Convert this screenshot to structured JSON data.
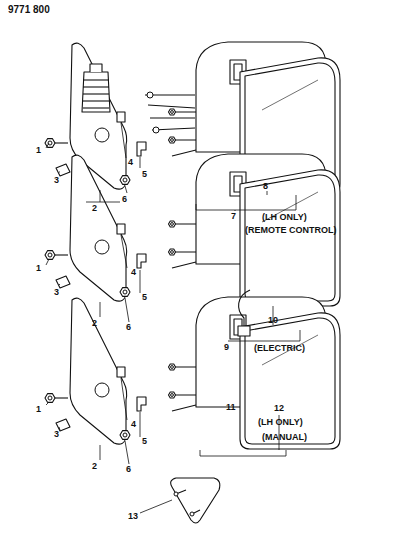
{
  "diagram": {
    "labels": [
      "9771 800",
      "1",
      "3",
      "2",
      "4",
      "5",
      "6",
      "8",
      "7",
      "(LH ONLY)",
      "(REMOTE CONTROL)",
      "1",
      "3",
      "2",
      "4",
      "5",
      "6",
      "10",
      "9",
      "(ELECTRIC)",
      "1",
      "3",
      "2",
      "4",
      "5",
      "6",
      "11",
      "12",
      "(LH ONLY)",
      "(MANUAL)",
      "13"
    ]
  }
}
